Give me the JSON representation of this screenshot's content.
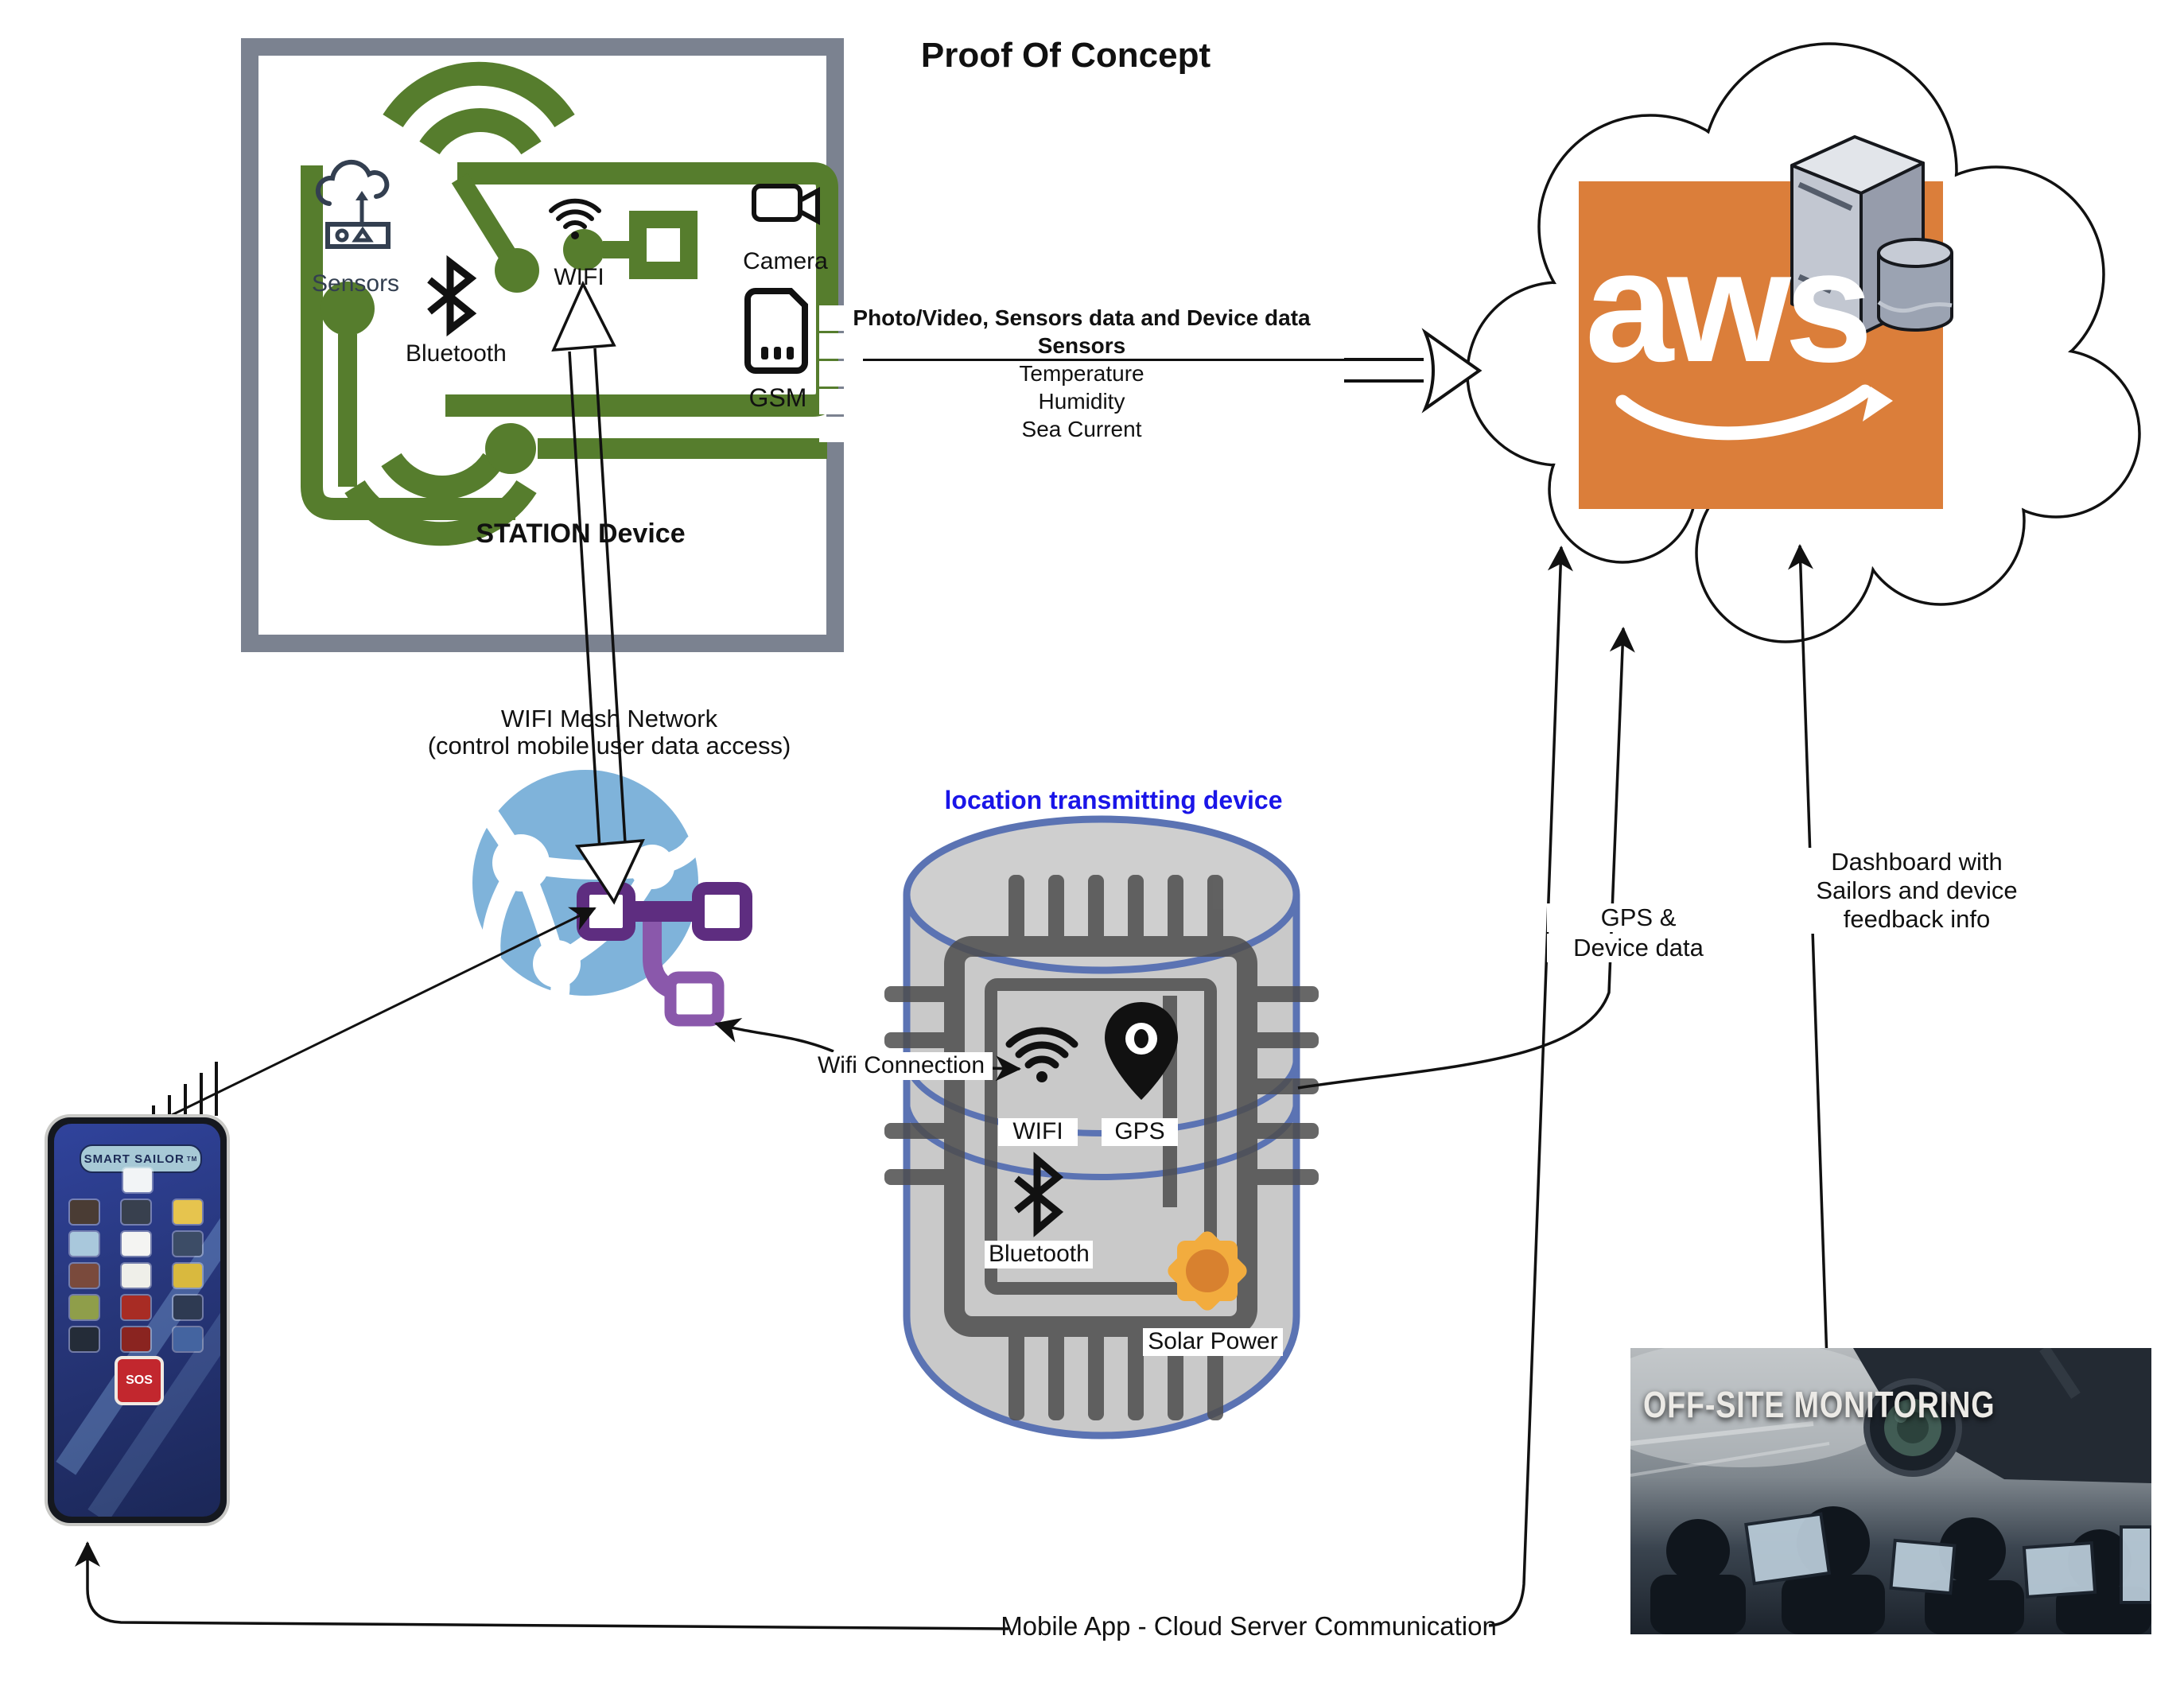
{
  "title": "Proof Of Concept",
  "station": {
    "label": "STATION Device",
    "sensors": "Sensors",
    "bluetooth": "Bluetooth",
    "wifi": "WIFI",
    "camera": "Camera",
    "gsm": "GSM"
  },
  "flow": {
    "line1": "Photo/Video, Sensors data and Device data",
    "line2": "Sensors",
    "line3": "Temperature",
    "line4": "Humidity",
    "line5": "Sea Current"
  },
  "mesh": {
    "line1": "WIFI Mesh Network",
    "line2": "(control mobile user data access)"
  },
  "wifi_connection": "Wifi Connection",
  "transmitter": {
    "title": "location transmitting device",
    "wifi": "WIFI",
    "gps": "GPS",
    "bluetooth": "Bluetooth",
    "solar": "Solar Power"
  },
  "cloud": {
    "logo": "aws"
  },
  "gps_note": {
    "line1": "GPS  &",
    "line2": "Device data"
  },
  "dashboard_note": {
    "line1": "Dashboard with",
    "line2": "Sailors and device",
    "line3": "feedback info"
  },
  "offsite": {
    "title": "OFF-SITE MONITORING"
  },
  "bottom_note": "Mobile App - Cloud Server Communication",
  "phone": {
    "brand": "SMART SAILOR",
    "tm": "TM",
    "sos": "SOS",
    "icon_colors": [
      "#f2f4f6",
      "#4a3c34",
      "#38404e",
      "#e6c44e",
      "#a9c8dc",
      "#f4f4f2",
      "#3c4c66",
      "#7a4a3c",
      "#efefe9",
      "#d9b93e",
      "#8f9e4a",
      "#a82c24",
      "#2e3a52",
      "#242c38",
      "#8a2420",
      "#4464a0"
    ]
  },
  "icons": {
    "station_graphic": "circuit-board",
    "sensors": "cloud-upload",
    "bluetooth": "bluetooth-rune",
    "wifi": "wifi-waves",
    "camera": "video-camera",
    "gsm": "sim-card",
    "mesh": "globe",
    "mesh_nodes": "network-nodes",
    "gps": "map-pin",
    "solar": "sun",
    "cloud": "cloud-outline",
    "server": "server-tower-database",
    "offsite": "cctv-operators-photo"
  },
  "colors": {
    "circuit_green": "#567d2d",
    "station_frame": "#7b8290",
    "aws_orange": "#db7e3a",
    "device_blue": "#5b73b3",
    "device_gray": "#c9c9c9",
    "chip_gray": "#4d4d4d",
    "globe_blue": "#7fb3da",
    "node_purple": "#5e2d80",
    "node_purple_light": "#8a58ab",
    "sun_orange": "#f2ac3e",
    "title_blue": "#1a15e8",
    "icon_navy": "#333f50",
    "sos_red": "#c2272e"
  }
}
